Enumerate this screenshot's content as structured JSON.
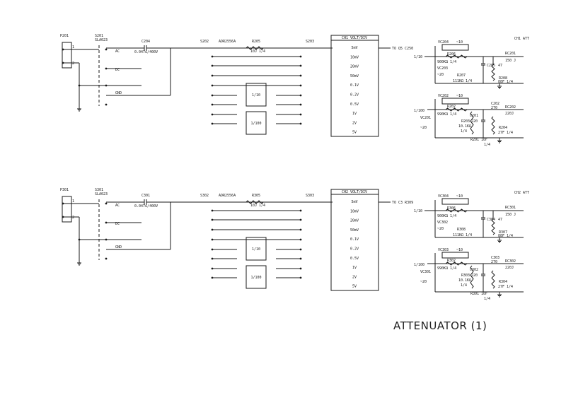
{
  "title": "ATTENUATOR (1)",
  "channels": [
    {
      "id": "ch1",
      "connector": "P201",
      "pin_1": "1",
      "pin_2": "2",
      "switch1": "S201",
      "switch1_part": "SLA023",
      "coupling": {
        "ac": "AC",
        "dc": "DC",
        "gnd": "GND"
      },
      "coupling_cap": "C204",
      "coupling_cap_value": "0.047u/400V",
      "switch2": "S202",
      "ic": "ADR2556A",
      "resistor": "R205",
      "resistor_value": "10J 1/4",
      "switch3": "S203",
      "attn_1_10": "1/10",
      "attn_1_100": "1/100",
      "panel_title": "CH1  VOLT/DIV",
      "volt_div": [
        "5mV",
        "10mV",
        "20mV",
        "50mV",
        "0.1V",
        "0.2V",
        "0.5V",
        "1V",
        "2V",
        "5V"
      ],
      "out_label": "TO Q5  C250",
      "att_title": "CH1 ATT",
      "section_a": {
        "ratio": "1/10",
        "vc_top": "VC204",
        "vc_top_value": "~10",
        "r_top": "R206",
        "r_top_value": "900KΩ 1/4",
        "vc_left": "VC203",
        "vc_left_value": "~20",
        "r_bottom": "R207",
        "r_bottom_value": "111KΩ 1/4",
        "cap": "C205",
        "cap_value": "47",
        "r_shunt": "R208",
        "r_shunt_value": "88F 1/4",
        "r_out": "RC201",
        "r_out_value": "150 J"
      },
      "section_b": {
        "ratio": "1/100",
        "vc_top": "VC202",
        "vc_top_value": "~10",
        "r_top": "R202",
        "r_top_value": "990KΩ 1/4",
        "vc_left": "VC201",
        "vc_left_value": "~20",
        "r_mid": "R203",
        "r_mid_value": "10.1KΩ",
        "r_mid_power": "1/4",
        "cap_a": "C201",
        "cap_a_value": "220",
        "cap_b": "C202",
        "cap_b_value": "270",
        "r_out": "RC202",
        "r_out_value": "220J",
        "r_shunt": "R204",
        "r_shunt_value": "27F 1/4",
        "r_bottom": "R201",
        "r_bottom_value": "10F",
        "r_bottom_power": "1/4"
      }
    },
    {
      "id": "ch2",
      "connector": "P301",
      "pin_1": "1",
      "pin_2": "2",
      "switch1": "S301",
      "switch1_part": "SLA023",
      "coupling": {
        "ac": "AC",
        "dc": "DC",
        "gnd": "GND"
      },
      "coupling_cap": "C301",
      "coupling_cap_value": "0.047u/400V",
      "switch2": "S302",
      "ic": "ADR2556A",
      "resistor": "R305",
      "resistor_value": "10J 1/4",
      "switch3": "S303",
      "attn_1_10": "1/10",
      "attn_1_100": "1/100",
      "panel_title": "CH2  VOLT/DIV",
      "volt_div": [
        "5mV",
        "10mV",
        "20mV",
        "50mV",
        "0.1V",
        "0.2V",
        "0.5V",
        "1V",
        "2V",
        "5V"
      ],
      "out_label": "TO C3  R309",
      "att_title": "CH2 ATT",
      "section_a": {
        "ratio": "1/10",
        "vc_top": "VC304",
        "vc_top_value": "~10",
        "r_top": "R306",
        "r_top_value": "900KΩ 1/4",
        "vc_left": "VC302",
        "vc_left_value": "~20",
        "r_bottom": "R308",
        "r_bottom_value": "111KΩ 1/4",
        "cap": "C304",
        "cap_value": "47",
        "r_shunt": "R307",
        "r_shunt_value": "88F 1/4",
        "r_out": "RC301",
        "r_out_value": "150 J"
      },
      "section_b": {
        "ratio": "1/100",
        "vc_top": "VC303",
        "vc_top_value": "~10",
        "r_top": "R302",
        "r_top_value": "990KΩ 1/4",
        "vc_left": "VC301",
        "vc_left_value": "~20",
        "r_mid": "R303",
        "r_mid_value": "10.1KΩ",
        "r_mid_power": "1/4",
        "cap_a": "C302",
        "cap_a_value": "220",
        "cap_b": "C303",
        "cap_b_value": "270",
        "r_out": "RC302",
        "r_out_value": "220J",
        "r_shunt": "R304",
        "r_shunt_value": "27F 1/4",
        "r_bottom": "R301",
        "r_bottom_value": "10F",
        "r_bottom_power": "1/4"
      }
    }
  ]
}
